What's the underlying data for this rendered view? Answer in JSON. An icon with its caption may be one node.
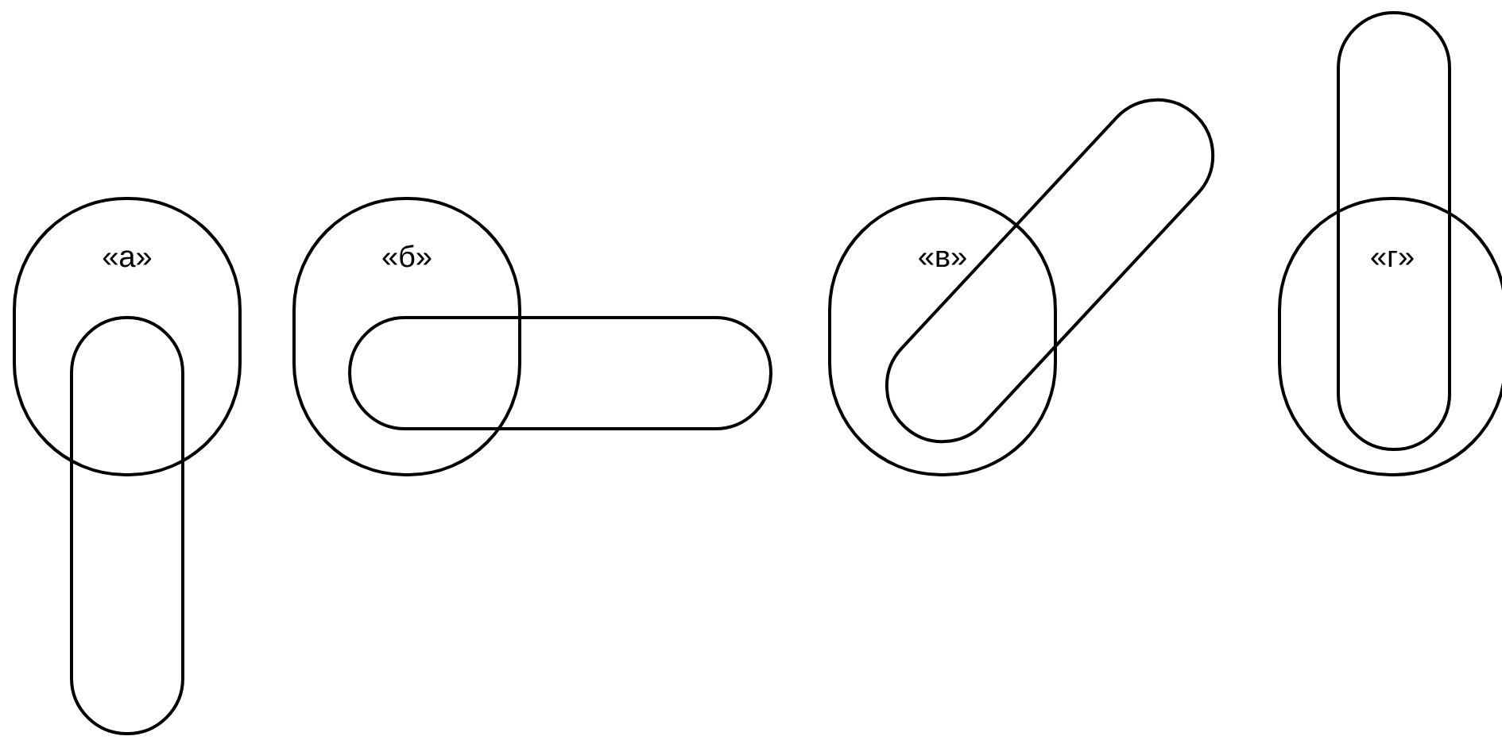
{
  "diagram": {
    "nodes": [
      {
        "text": [
          "«а»"
        ]
      },
      {
        "text": [
          "«б»"
        ]
      },
      {
        "text": [
          "«в»"
        ]
      },
      {
        "text": [
          "«г»"
        ]
      }
    ]
  }
}
